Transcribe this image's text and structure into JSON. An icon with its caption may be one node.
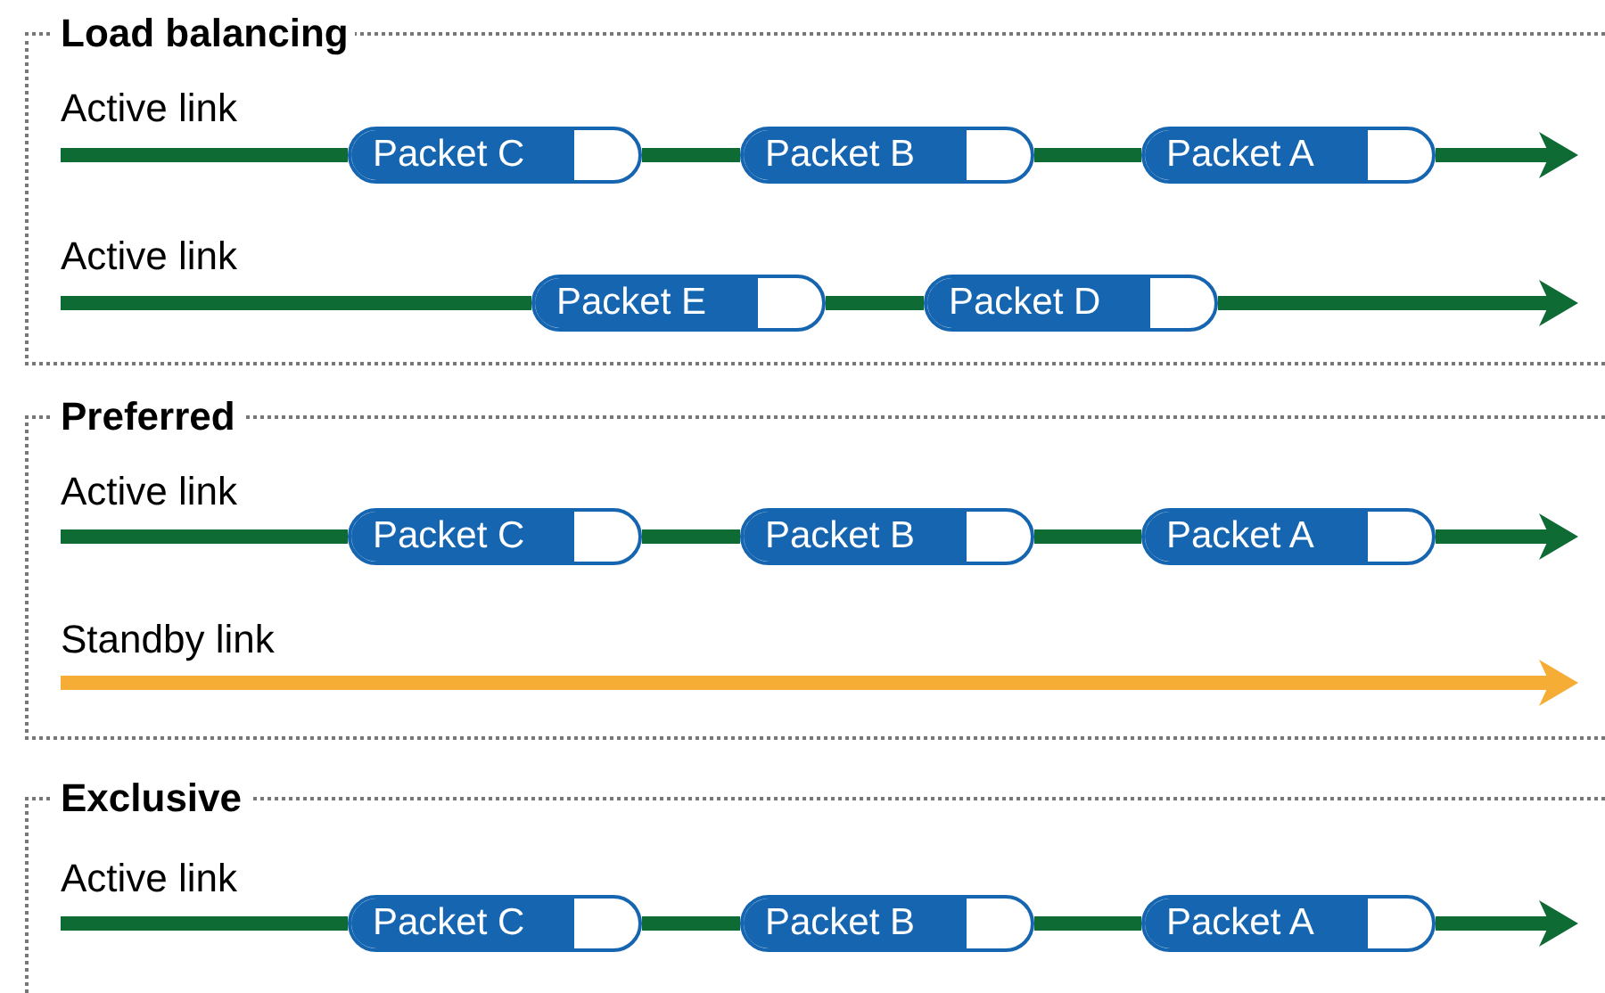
{
  "diagram": {
    "nodes": [
      {
        "text": [
          "Load balancing"
        ]
      },
      {
        "text": [
          "Packet C"
        ],
        "in": 0
      },
      {
        "text": [
          "Packet B"
        ],
        "in": 0
      },
      {
        "text": [
          "Packet A"
        ],
        "in": 0
      },
      {
        "text": [
          "Packet E"
        ],
        "in": 0
      },
      {
        "text": [
          "Packet D"
        ],
        "in": 0
      },
      {
        "text": [
          "Preferred"
        ]
      },
      {
        "text": [
          "Packet C"
        ],
        "in": 6
      },
      {
        "text": [
          "Packet B"
        ],
        "in": 6
      },
      {
        "text": [
          "Packet A"
        ],
        "in": 6
      },
      {
        "text": [
          "Exclusive"
        ]
      },
      {
        "text": [
          "Packet C"
        ],
        "in": 10
      },
      {
        "text": [
          "Packet B"
        ],
        "in": 10
      },
      {
        "text": [
          "Packet A"
        ],
        "in": 10
      }
    ],
    "edges": [
      {
        "from": null,
        "to": 1,
        "arrow": "none"
      },
      {
        "from": 1,
        "to": 2,
        "arrow": "none"
      },
      {
        "from": 2,
        "to": 3,
        "arrow": "none"
      },
      {
        "from": 3,
        "to": null,
        "arrow": "to"
      },
      {
        "from": null,
        "to": 4,
        "arrow": "none"
      },
      {
        "from": 4,
        "to": 5,
        "arrow": "none"
      },
      {
        "from": 5,
        "to": null,
        "arrow": "to"
      },
      {
        "from": null,
        "to": 7,
        "arrow": "none"
      },
      {
        "from": 7,
        "to": 8,
        "arrow": "none"
      },
      {
        "from": 8,
        "to": 9,
        "arrow": "none"
      },
      {
        "from": 9,
        "to": null,
        "arrow": "to"
      },
      {
        "from": null,
        "to": 11,
        "arrow": "none"
      },
      {
        "from": 11,
        "to": 12,
        "arrow": "none"
      },
      {
        "from": 12,
        "to": 13,
        "arrow": "none"
      },
      {
        "from": 13,
        "to": null,
        "arrow": "to"
      }
    ],
    "labels": [
      "Active link",
      "Active link",
      "Active link",
      "Standby link",
      "Active link"
    ]
  }
}
